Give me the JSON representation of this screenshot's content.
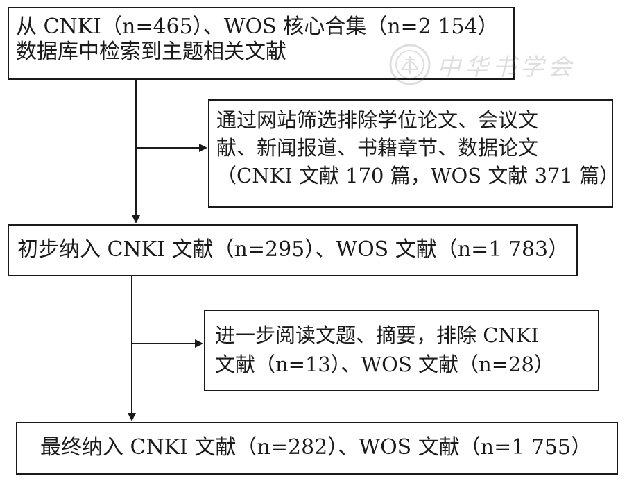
{
  "boxes": {
    "identified": {
      "line1": "从 CNKI（n=465）、WOS 核心合集（n=2 154）",
      "line2": "数据库中检索到主题相关文献"
    },
    "excluded_type": {
      "line1": "通过网站筛选排除学位论文、会议文",
      "line2": "献、新闻报道、书籍章节、数据论文",
      "line3": "（CNKI 文献 170 篇，WOS 文献 371 篇）"
    },
    "initial_included": {
      "line1": "初步纳入 CNKI 文献（n=295）、WOS 文献（n=1 783）"
    },
    "excluded_abstract": {
      "line1": "进一步阅读文题、摘要，排除 CNKI",
      "line2": "文献（n=13）、WOS 文献（n=28）"
    },
    "final_included": {
      "line1": "最终纳入 CNKI 文献（n=282）、WOS 文献（n=1 755）"
    }
  },
  "watermark": {
    "text": "中华书学会",
    "icon": "seal-icon"
  },
  "colors": {
    "line": "#1a1a1a",
    "background": "#ffffff",
    "watermark": "#6d6d6d"
  }
}
